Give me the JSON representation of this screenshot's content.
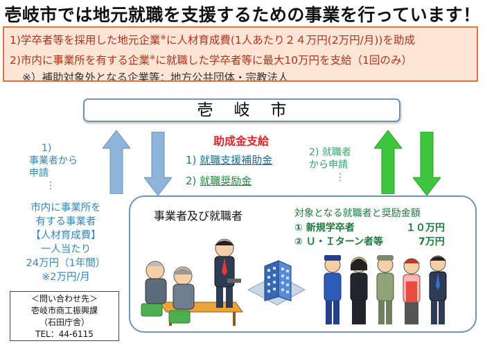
{
  "title": "壱岐市では地元就職を支援するための事業を行っています！",
  "notice": {
    "line1_pre": "1)学卒者等を採用した地元企業",
    "line1_mark": "※",
    "line1_post": "に人材育成費(1人あたり２４万円(2万円/月))を助成",
    "line2_pre": "2)市内に事業所を有する企業",
    "line2_mark": "※",
    "line2_post": "に就職した学卒者等に最大10万円を支給（1回のみ）",
    "line3": "※）補助対象外となる企業等：地方公共団体・宗教法人"
  },
  "city": "壱岐市",
  "subsidy": {
    "title": "助成金支給",
    "item1_num": "1)",
    "item1_label": "就職支援補助金",
    "item2_num": "2)",
    "item2_label": "就職奨励金",
    "dots": "⋮"
  },
  "left": {
    "line1": "1)",
    "line2": "事業者から",
    "line3": "申請",
    "dots": "⋮",
    "detail1": "市内に事業所を",
    "detail2": "有する事業者",
    "detail3": "【人材育成費】",
    "detail4": "一人当たり",
    "detail5": "24万円（1年間）",
    "detail6": "※2万円/月"
  },
  "right": {
    "line1": "2) 就職者",
    "line2": "から申請",
    "dots": "⋮"
  },
  "main": {
    "label": "事業者及び就職者",
    "target_title": "対象となる就職者と奨励金額",
    "row1_label": "① 新規学卒者",
    "row1_amount": "１０万円",
    "row2_label": "② Ｕ・Ｉターン者等",
    "row2_amount": "7万円"
  },
  "contact": {
    "line1": "＜問い合わせ先＞",
    "line2": "壱岐市商工振興課",
    "line3": "（石田庁舎）",
    "line4": "TEL：44-6115"
  },
  "colors": {
    "blue_arrow": "#8fb4d9",
    "green_arrow": "#3ec63e",
    "accent_red": "#e0242b",
    "notice_border": "#e0733e",
    "notice_bg": "#fde5d6"
  }
}
